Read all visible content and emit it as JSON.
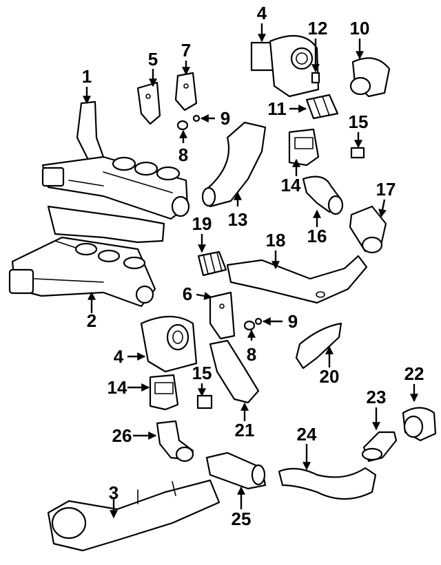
{
  "diagram": {
    "callouts": [
      "1",
      "2",
      "3",
      "4",
      "4",
      "5",
      "6",
      "7",
      "8",
      "8",
      "9",
      "9",
      "10",
      "11",
      "12",
      "13",
      "14",
      "14",
      "15",
      "15",
      "16",
      "17",
      "18",
      "19",
      "20",
      "21",
      "22",
      "23",
      "24",
      "25",
      "26"
    ]
  }
}
